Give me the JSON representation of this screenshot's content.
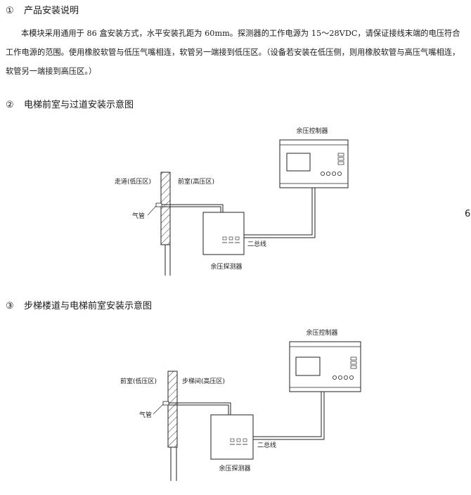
{
  "section1": {
    "number": "①",
    "title": "产品安装说明",
    "paragraph": "本模块采用通用于 86 盒安装方式，水平安装孔距为 60mm。探测器的工作电源为 15～28VDC，请保证接线末端的电压符合工作电源的范围。使用橡胶软管与低压气嘴相连，软管另一端接到低压区。（设备若安装在低压侧，则用橡胶软管与高压气嘴相连，软管另一端接到高压区。）"
  },
  "section2": {
    "number": "②",
    "title": "电梯前室与过道安装示意图",
    "diagram": {
      "controller_label": "余压控制器",
      "left_zone_label": "走道(低压区)",
      "right_zone_label": "前室(高压区)",
      "air_pipe_label": "气管",
      "bus_label": "二总线",
      "detector_label": "余压探测器"
    }
  },
  "section3": {
    "number": "③",
    "title": "步梯楼道与电梯前室安装示意图",
    "diagram": {
      "controller_label": "余压控制器",
      "left_zone_label": "前室(低压区)",
      "right_zone_label": "步梯间(高压区)",
      "air_pipe_label": "气管",
      "bus_label": "二总线",
      "detector_label": "余压探测器"
    }
  },
  "stray_mark": "6"
}
